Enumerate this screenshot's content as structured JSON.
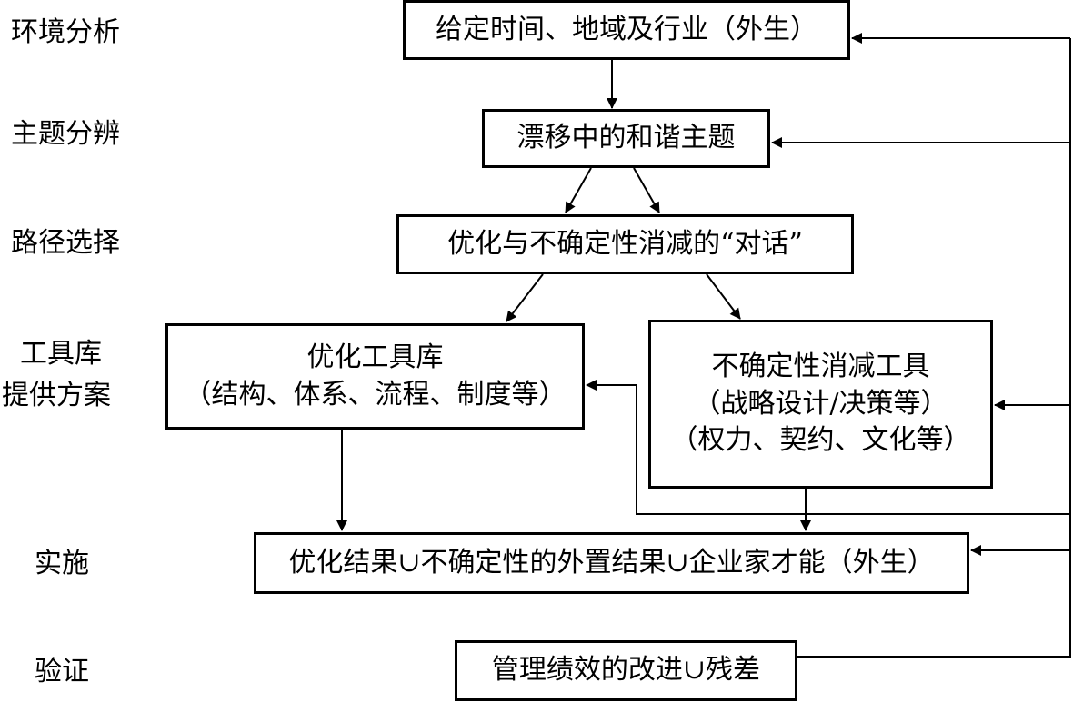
{
  "stages": {
    "env": "环境分析",
    "theme": "主题分辨",
    "path": "路径选择",
    "tools_line1": "工具库",
    "tools_line2": "提供方案",
    "implement": "实施",
    "verify": "验证"
  },
  "boxes": {
    "given": "给定时间、地域及行业（外生）",
    "theme": "漂移中的和谐主题",
    "dialogue": "优化与不确定性消减的“对话”",
    "opt_tools_line1": "优化工具库",
    "opt_tools_line2": "（结构、体系、流程、制度等）",
    "unc_tools_line1": "不确定性消减工具",
    "unc_tools_line2": "（战略设计/决策等）",
    "unc_tools_line3": "（权力、契约、文化等）",
    "implementation": "优化结果∪不确定性的外置结果∪企业家才能（外生）",
    "performance": "管理绩效的改进∪残差"
  }
}
